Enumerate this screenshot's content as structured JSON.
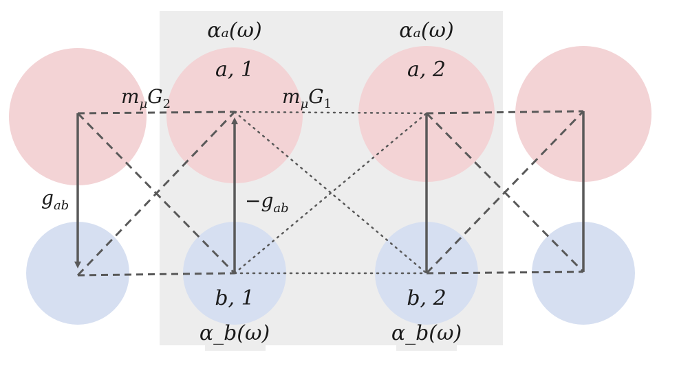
{
  "labels": {
    "alpha_a_1": "αₐ(ω)",
    "alpha_a_2": "αₐ(ω)",
    "alpha_b_1": "α_b(ω)",
    "alpha_b_2": "α_b(ω)",
    "site_a1": "a, 1",
    "site_a2": "a, 2",
    "site_b1": "b, 1",
    "site_b2": "b, 2",
    "coupling_left": "g",
    "coupling_left_sub": "ab",
    "coupling_center": "−g",
    "coupling_center_sub": "ab",
    "mG2_base": "m",
    "mG2_sub": "μ",
    "mG2_tail": "G",
    "mG2_tail_sub": "2",
    "mG1_base": "m",
    "mG1_sub": "μ",
    "mG1_tail": "G",
    "mG1_tail_sub": "1"
  },
  "colors": {
    "top_circle": "#f3d3d5",
    "bottom_circle": "#d6dff1",
    "unit_cell_bg": "#ededed",
    "line": "#595959"
  }
}
